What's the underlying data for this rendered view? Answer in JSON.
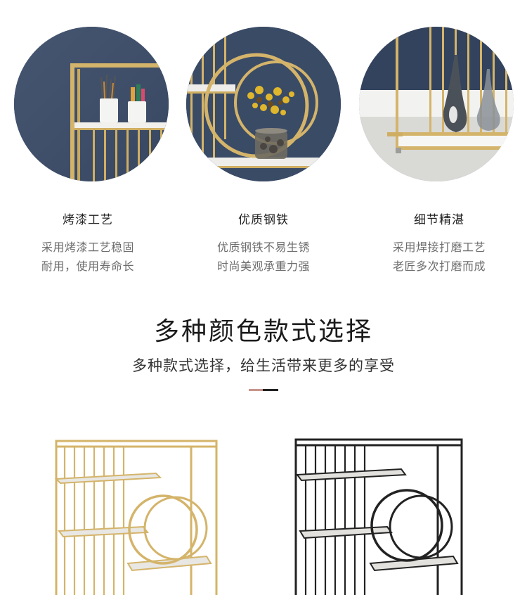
{
  "features": [
    {
      "title": "烤漆工艺",
      "desc_line1": "采用烤漆工艺稳固",
      "desc_line2": "耐用，使用寿命长",
      "photo": "gold-shelf-with-pen-holders"
    },
    {
      "title": "优质钢铁",
      "desc_line1": "优质钢铁不易生锈",
      "desc_line2": "时尚美观承重力强",
      "photo": "gold-ring-shelf-with-flower-vase"
    },
    {
      "title": "细节精湛",
      "desc_line1": "采用焊接打磨工艺",
      "desc_line2": "老匠多次打磨而成",
      "photo": "shelf-base-with-glass-vases"
    }
  ],
  "section": {
    "title": "多种颜色款式选择",
    "subtitle": "多种款式选择，给生活带来更多的享受"
  },
  "colors": {
    "wall_navy": "#3a4b66",
    "gold": "#d4b46a",
    "black_frame": "#222222",
    "marble": "#e9e9e7",
    "divider_pink": "#c9968c",
    "divider_dark": "#222222"
  },
  "products": [
    {
      "variant": "gold"
    },
    {
      "variant": "black"
    }
  ]
}
